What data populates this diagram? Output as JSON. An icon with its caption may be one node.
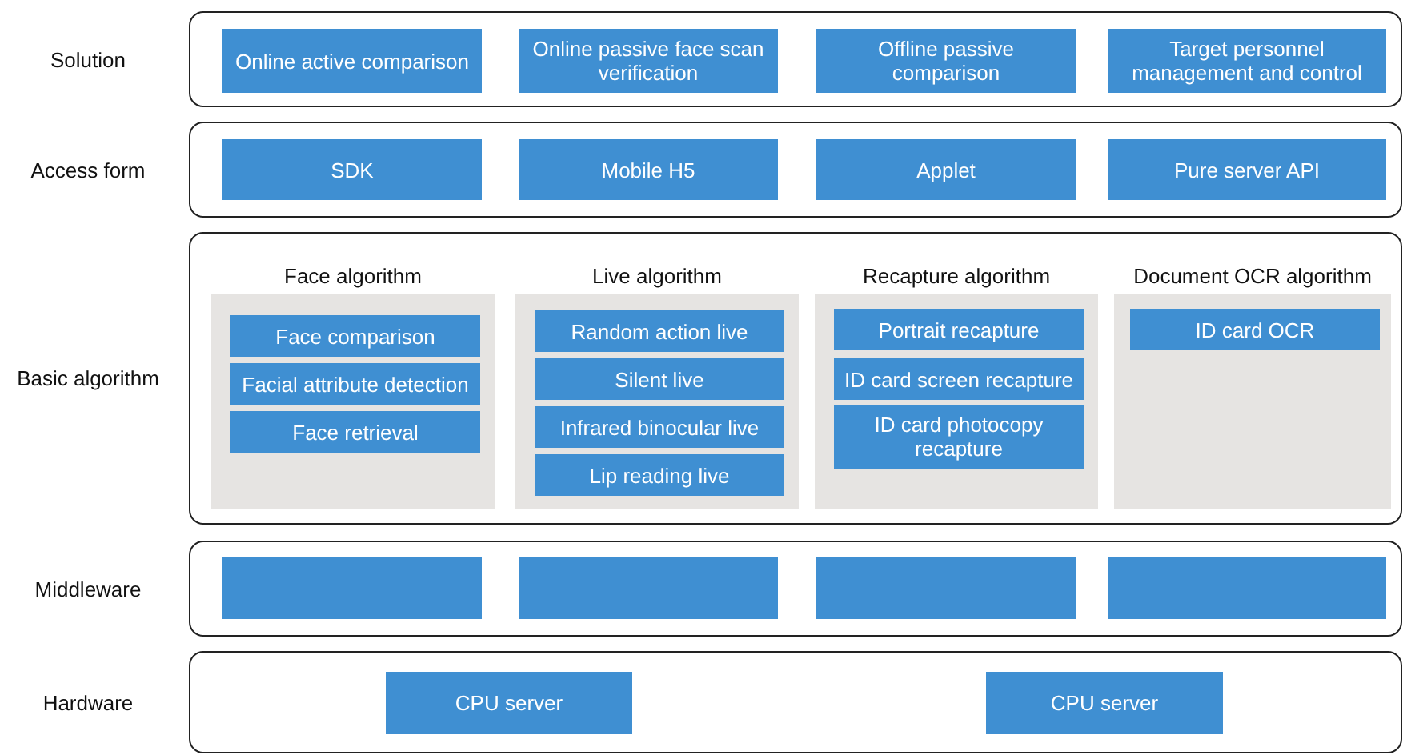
{
  "diagram": {
    "nodes": [
      {
        "text": [
          "Solution"
        ]
      },
      {
        "text": [
          "Online active comparison"
        ],
        "in": 0
      },
      {
        "text": [
          "Online passive face scan verification"
        ],
        "in": 0
      },
      {
        "text": [
          "Offline passive comparison"
        ],
        "in": 0
      },
      {
        "text": [
          "Target personnel management and control"
        ],
        "in": 0
      },
      {
        "text": [
          "Access form"
        ]
      },
      {
        "text": [
          "SDK"
        ],
        "in": 5
      },
      {
        "text": [
          "Mobile H5"
        ],
        "in": 5
      },
      {
        "text": [
          "Applet"
        ],
        "in": 5
      },
      {
        "text": [
          "Pure server API"
        ],
        "in": 5
      },
      {
        "text": [
          "Basic algorithm"
        ]
      },
      {
        "text": [
          "Face algorithm"
        ],
        "in": 10
      },
      {
        "text": [
          "Face comparison"
        ],
        "in": 11
      },
      {
        "text": [
          "Facial attribute detection"
        ],
        "in": 11
      },
      {
        "text": [
          "Face retrieval"
        ],
        "in": 11
      },
      {
        "text": [
          "Live algorithm"
        ],
        "in": 10
      },
      {
        "text": [
          "Random action live"
        ],
        "in": 15
      },
      {
        "text": [
          "Silent live"
        ],
        "in": 15
      },
      {
        "text": [
          "Infrared binocular live"
        ],
        "in": 15
      },
      {
        "text": [
          "Lip reading live"
        ],
        "in": 15
      },
      {
        "text": [
          "Recapture algorithm"
        ],
        "in": 10
      },
      {
        "text": [
          "Portrait recapture"
        ],
        "in": 20
      },
      {
        "text": [
          "ID card screen recapture"
        ],
        "in": 20
      },
      {
        "text": [
          "ID card photocopy recapture"
        ],
        "in": 20
      },
      {
        "text": [
          "Document OCR algorithm"
        ],
        "in": 10
      },
      {
        "text": [
          "ID card OCR"
        ],
        "in": 24
      },
      {
        "text": [
          "Middleware"
        ]
      },
      {
        "text": [],
        "shape": "box",
        "in": 26
      },
      {
        "text": [],
        "shape": "box",
        "in": 26
      },
      {
        "text": [],
        "shape": "box",
        "in": 26
      },
      {
        "text": [],
        "shape": "box",
        "in": 26
      },
      {
        "text": [
          "Hardware"
        ]
      },
      {
        "text": [
          "CPU server"
        ],
        "in": 31
      },
      {
        "text": [
          "CPU server"
        ],
        "in": 31
      }
    ],
    "edges": []
  }
}
